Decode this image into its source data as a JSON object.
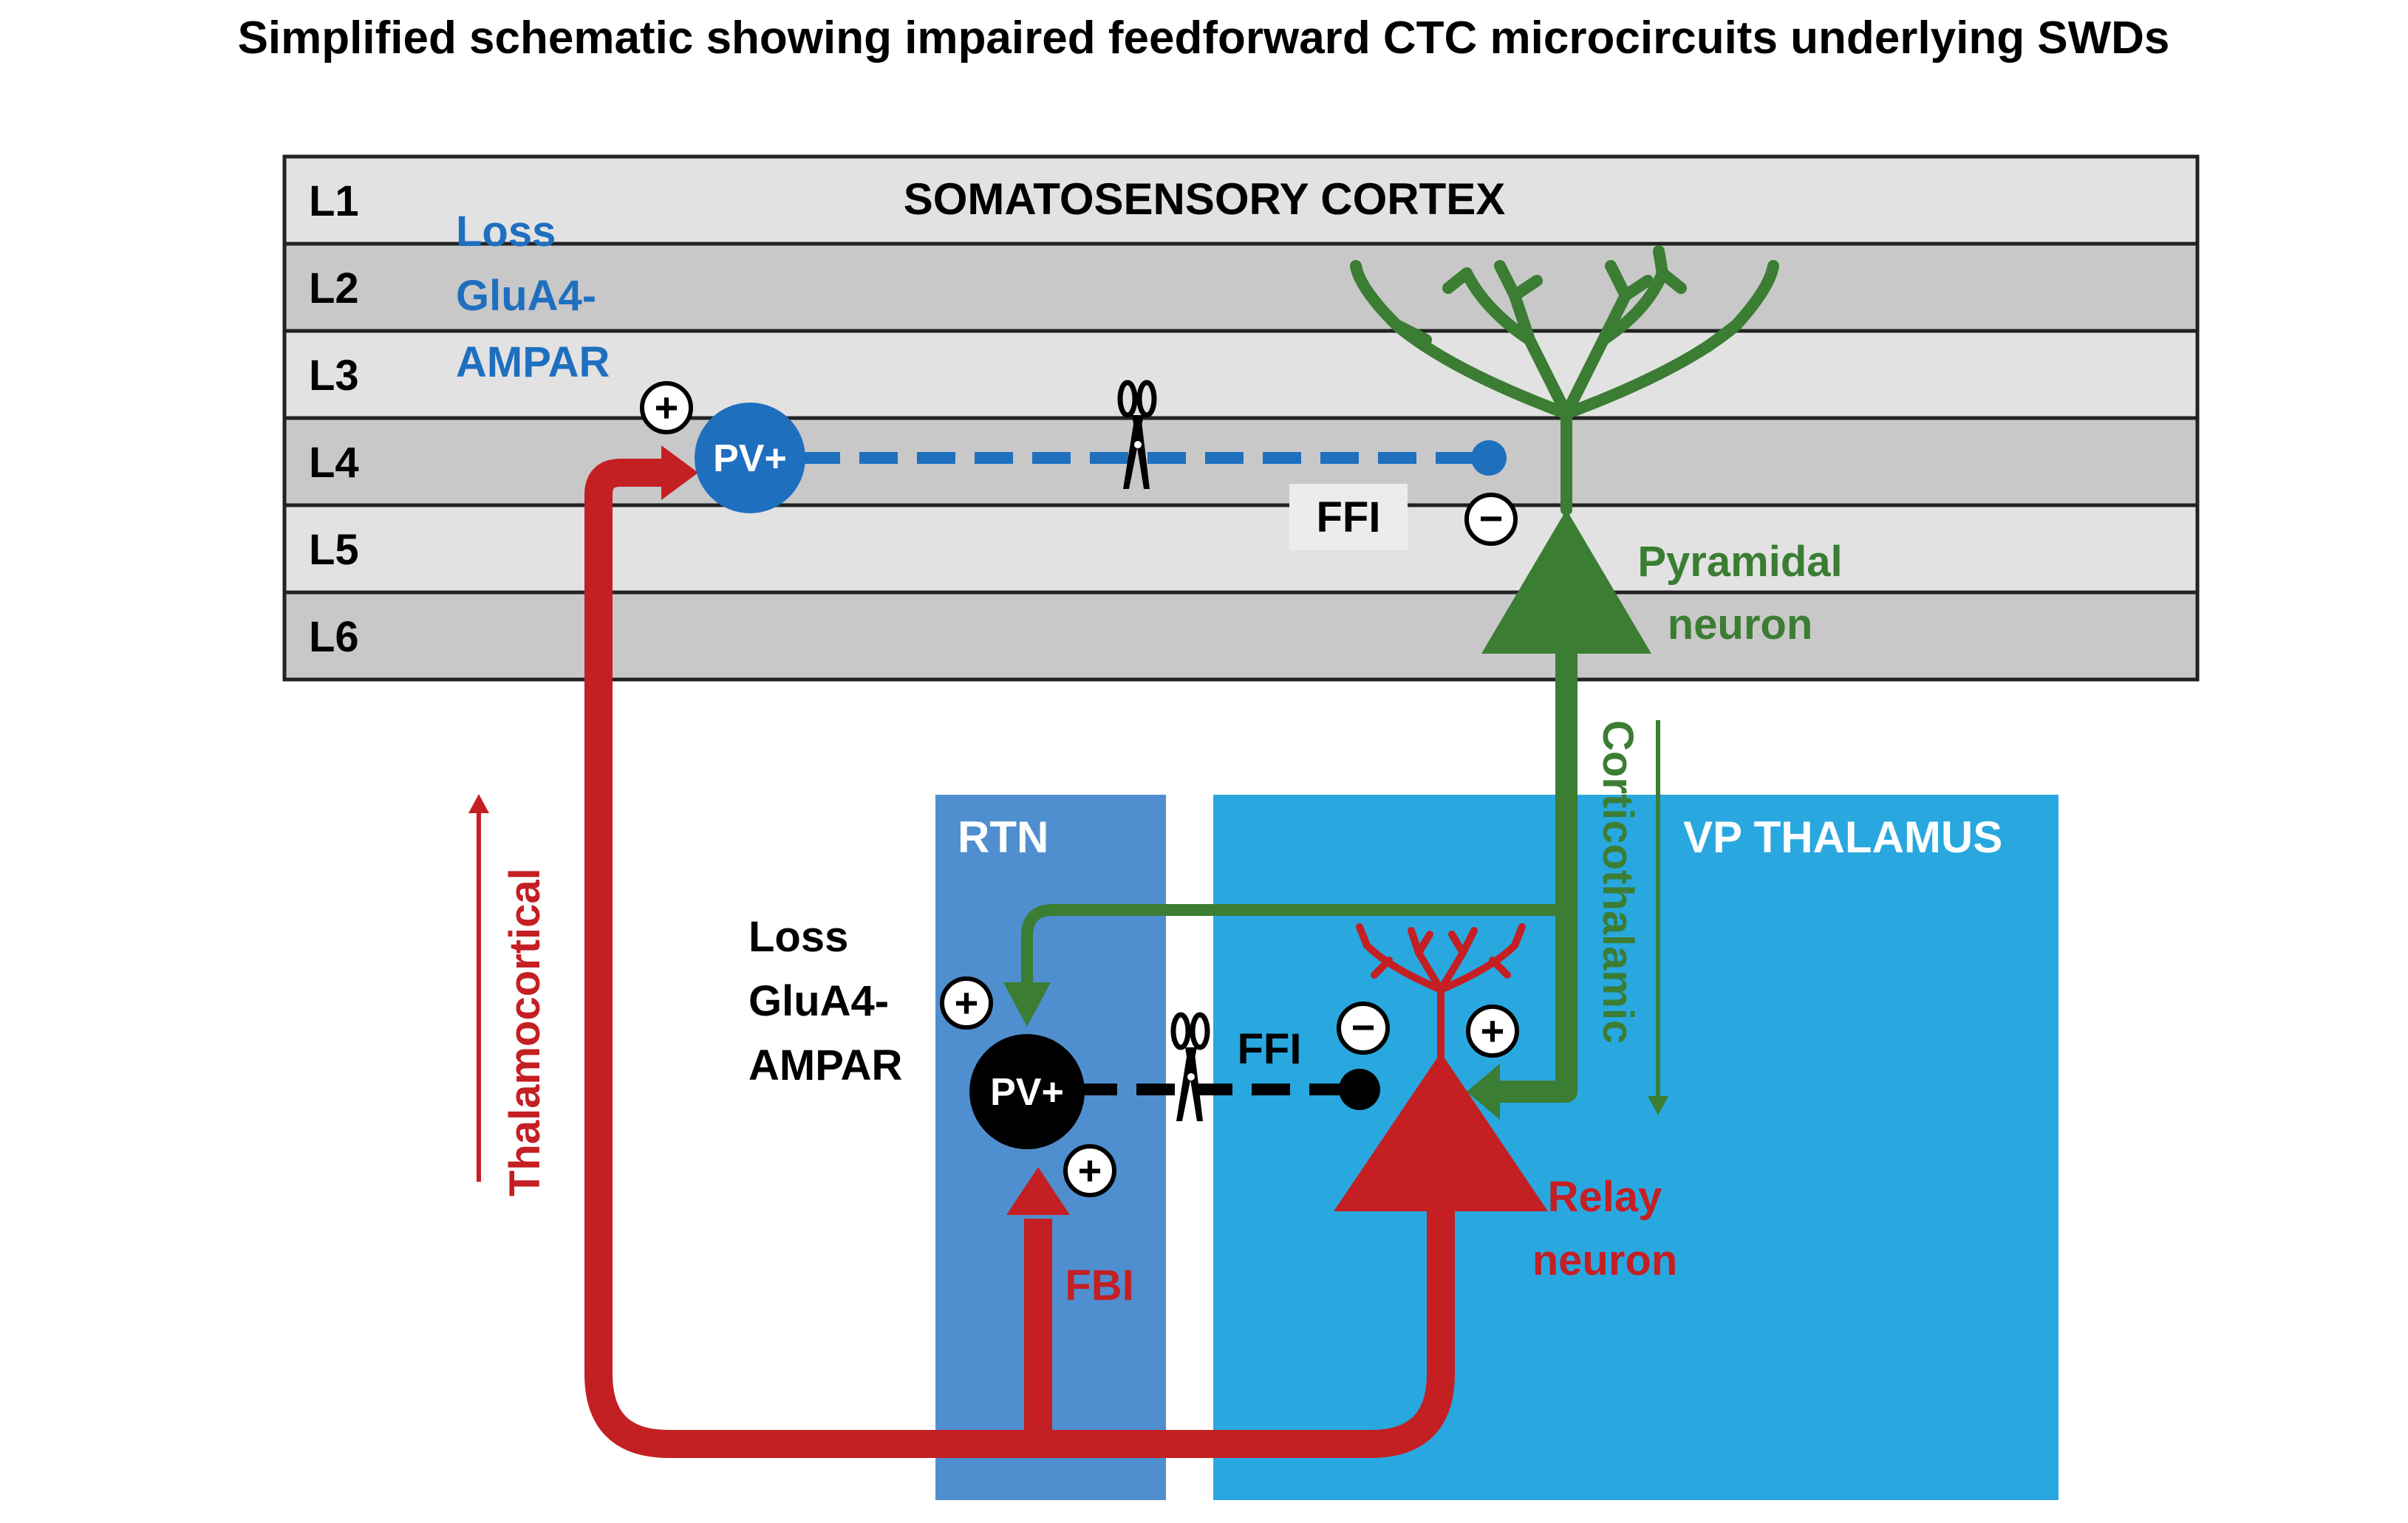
{
  "title": "Simplified schematic showing impaired feedforward CTC microcircuits underlying SWDs",
  "cortex": {
    "name": "SOMATOSENSORY CORTEX",
    "layers": [
      "L1",
      "L2",
      "L3",
      "L4",
      "L5",
      "L6"
    ]
  },
  "thalamus": {
    "rtn_label": "RTN",
    "vp_label": "VP THALAMUS"
  },
  "cortical_loss_label": [
    "Loss",
    "GluA4-",
    "AMPAR"
  ],
  "thalamic_loss_label": [
    "Loss",
    "GluA4-",
    "AMPAR"
  ],
  "cortical_pv_label": "PV+",
  "rtn_pv_label": "PV+",
  "cortical_ffi_label": "FFI",
  "thalamic_ffi_label": "FFI",
  "fbi_label": "FBI",
  "pyramidal_label": [
    "Pyramidal",
    "neuron"
  ],
  "relay_label": [
    "Relay",
    "neuron"
  ],
  "thalamocortical_label": "Thalamocortical",
  "corticothalamic_label": "Corticothalamic",
  "plus_sign": "+",
  "minus_sign": "−",
  "colors": {
    "cortex_light": "#e2e2e2",
    "cortex_dark": "#c8c8c8",
    "rtn_blue": "#4f8fcf",
    "vp_blue": "#29a8e0",
    "cortical_blue": "#1f6fbf",
    "pyramidal_green": "#3b7d33",
    "relay_red": "#c41f23",
    "black": "#000000"
  },
  "icons": [
    "scissors-icon",
    "plus-sign-icon",
    "minus-sign-icon"
  ]
}
